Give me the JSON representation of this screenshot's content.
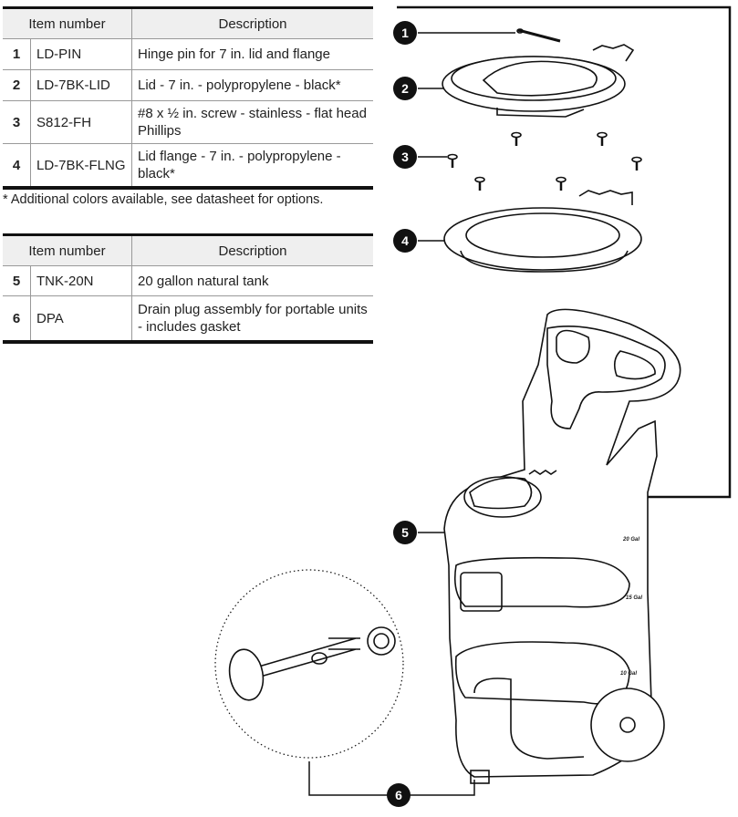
{
  "table1": {
    "headers": {
      "item": "Item number",
      "description": "Description"
    },
    "rows": [
      {
        "num": "1",
        "item": "LD-PIN",
        "description": "Hinge pin for 7 in. lid and flange"
      },
      {
        "num": "2",
        "item": "LD-7BK-LID",
        "description": "Lid - 7 in. - polypropylene - black*"
      },
      {
        "num": "3",
        "item": "S812-FH",
        "description": "#8 x ½ in. screw - stainless - flat head Phillips"
      },
      {
        "num": "4",
        "item": "LD-7BK-FLNG",
        "description": "Lid flange - 7 in. - polypropylene - black*"
      }
    ],
    "footnote": "* Additional colors available, see datasheet for options."
  },
  "table2": {
    "headers": {
      "item": "Item number",
      "description": "Description"
    },
    "rows": [
      {
        "num": "5",
        "item": "TNK-20N",
        "description": "20 gallon natural tank"
      },
      {
        "num": "6",
        "item": "DPA",
        "description": "Drain plug assembly for portable units - includes gasket"
      }
    ]
  },
  "diagram": {
    "callouts": [
      "1",
      "2",
      "3",
      "4",
      "5",
      "6"
    ],
    "tank_markings": [
      "20 Gal",
      "15 Gal",
      "10 Gal"
    ],
    "callout_color": "#111111"
  }
}
